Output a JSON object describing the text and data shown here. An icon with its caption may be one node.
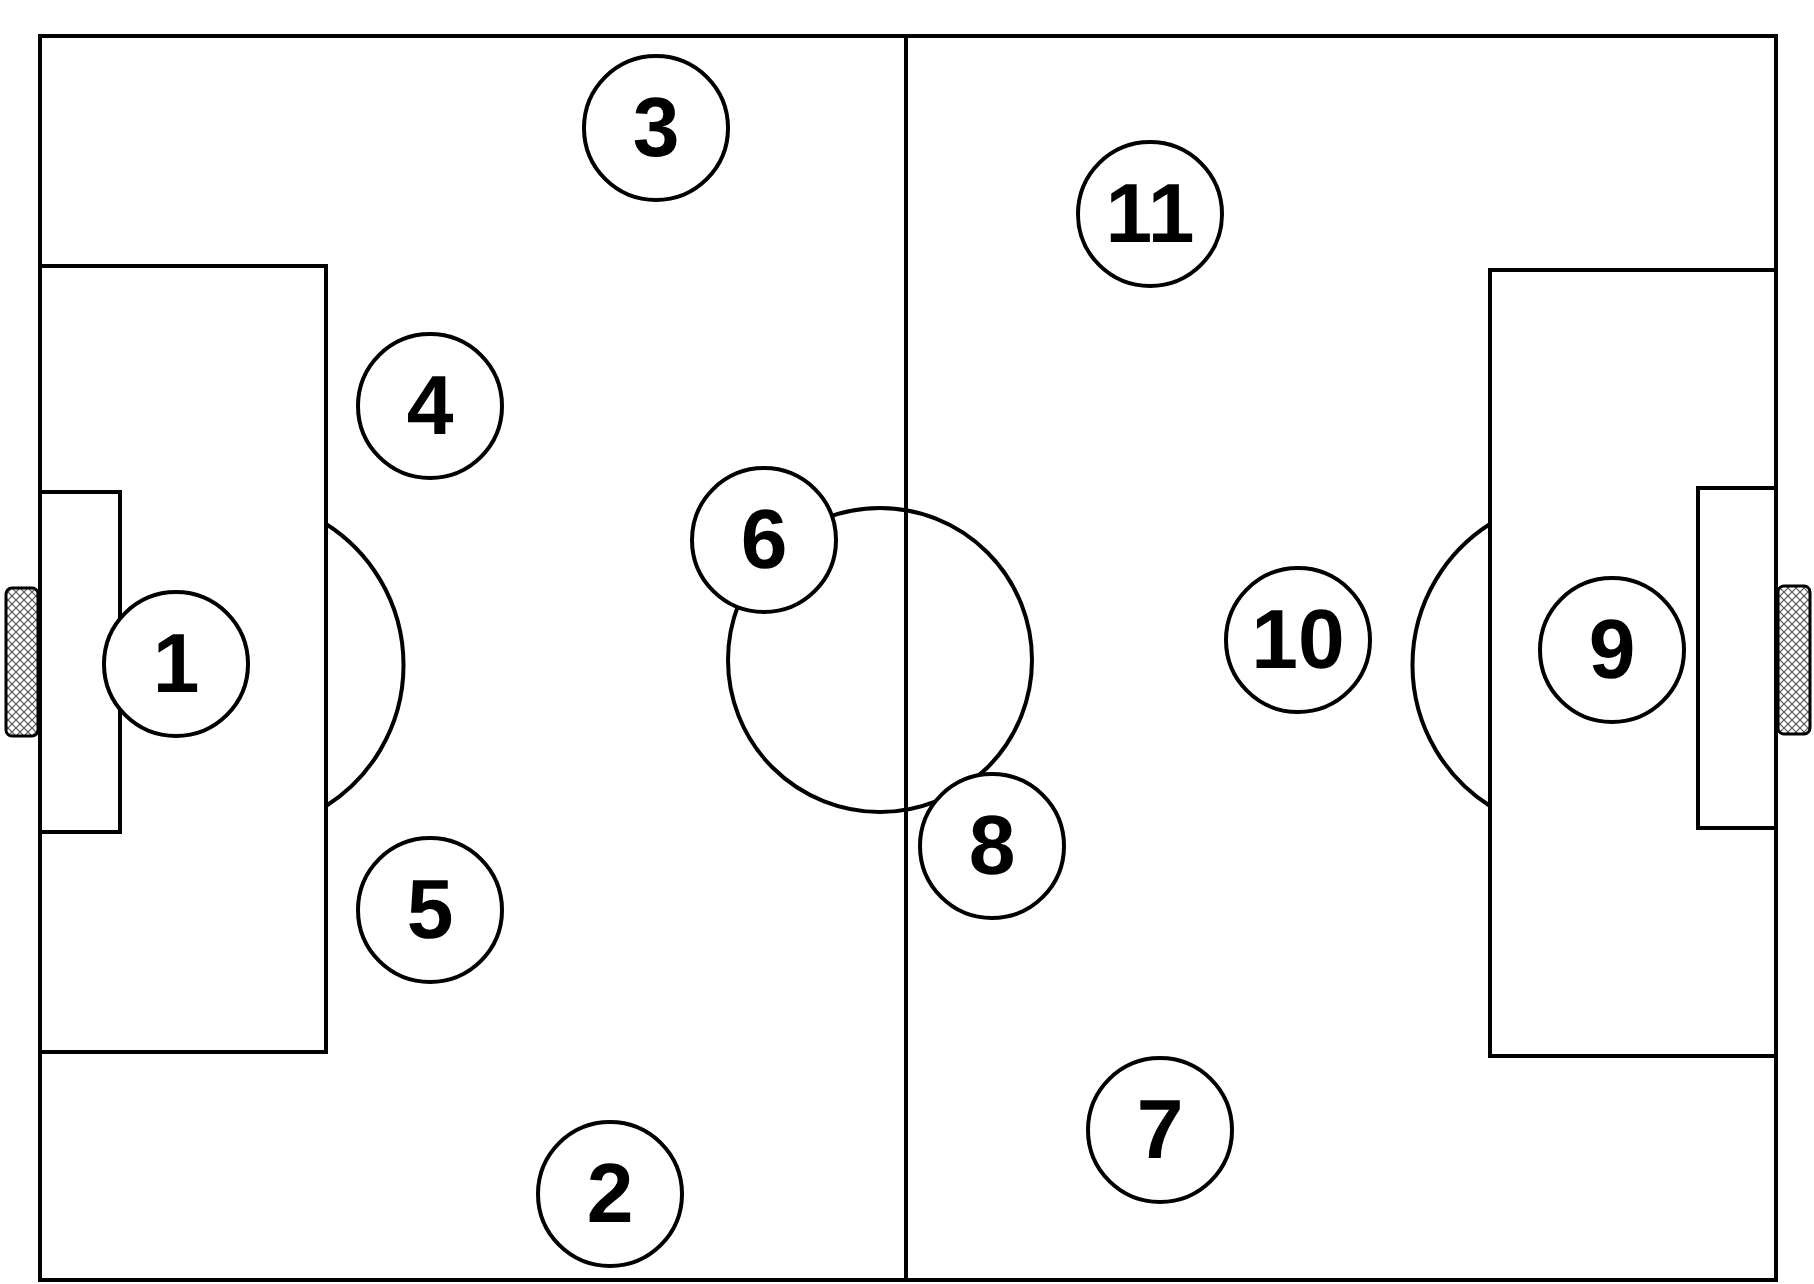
{
  "diagram": {
    "nodes": [
      {
        "text": [
          "3"
        ]
      },
      {
        "text": [
          "11"
        ]
      },
      {
        "text": [
          "4"
        ]
      },
      {
        "text": [
          "6"
        ]
      },
      {
        "text": [
          "10"
        ]
      },
      {
        "text": [
          "9"
        ]
      },
      {
        "text": [
          "1"
        ]
      },
      {
        "text": [
          "8"
        ]
      },
      {
        "text": [
          "5"
        ]
      },
      {
        "text": [
          "7"
        ]
      },
      {
        "text": [
          "2"
        ]
      }
    ]
  }
}
